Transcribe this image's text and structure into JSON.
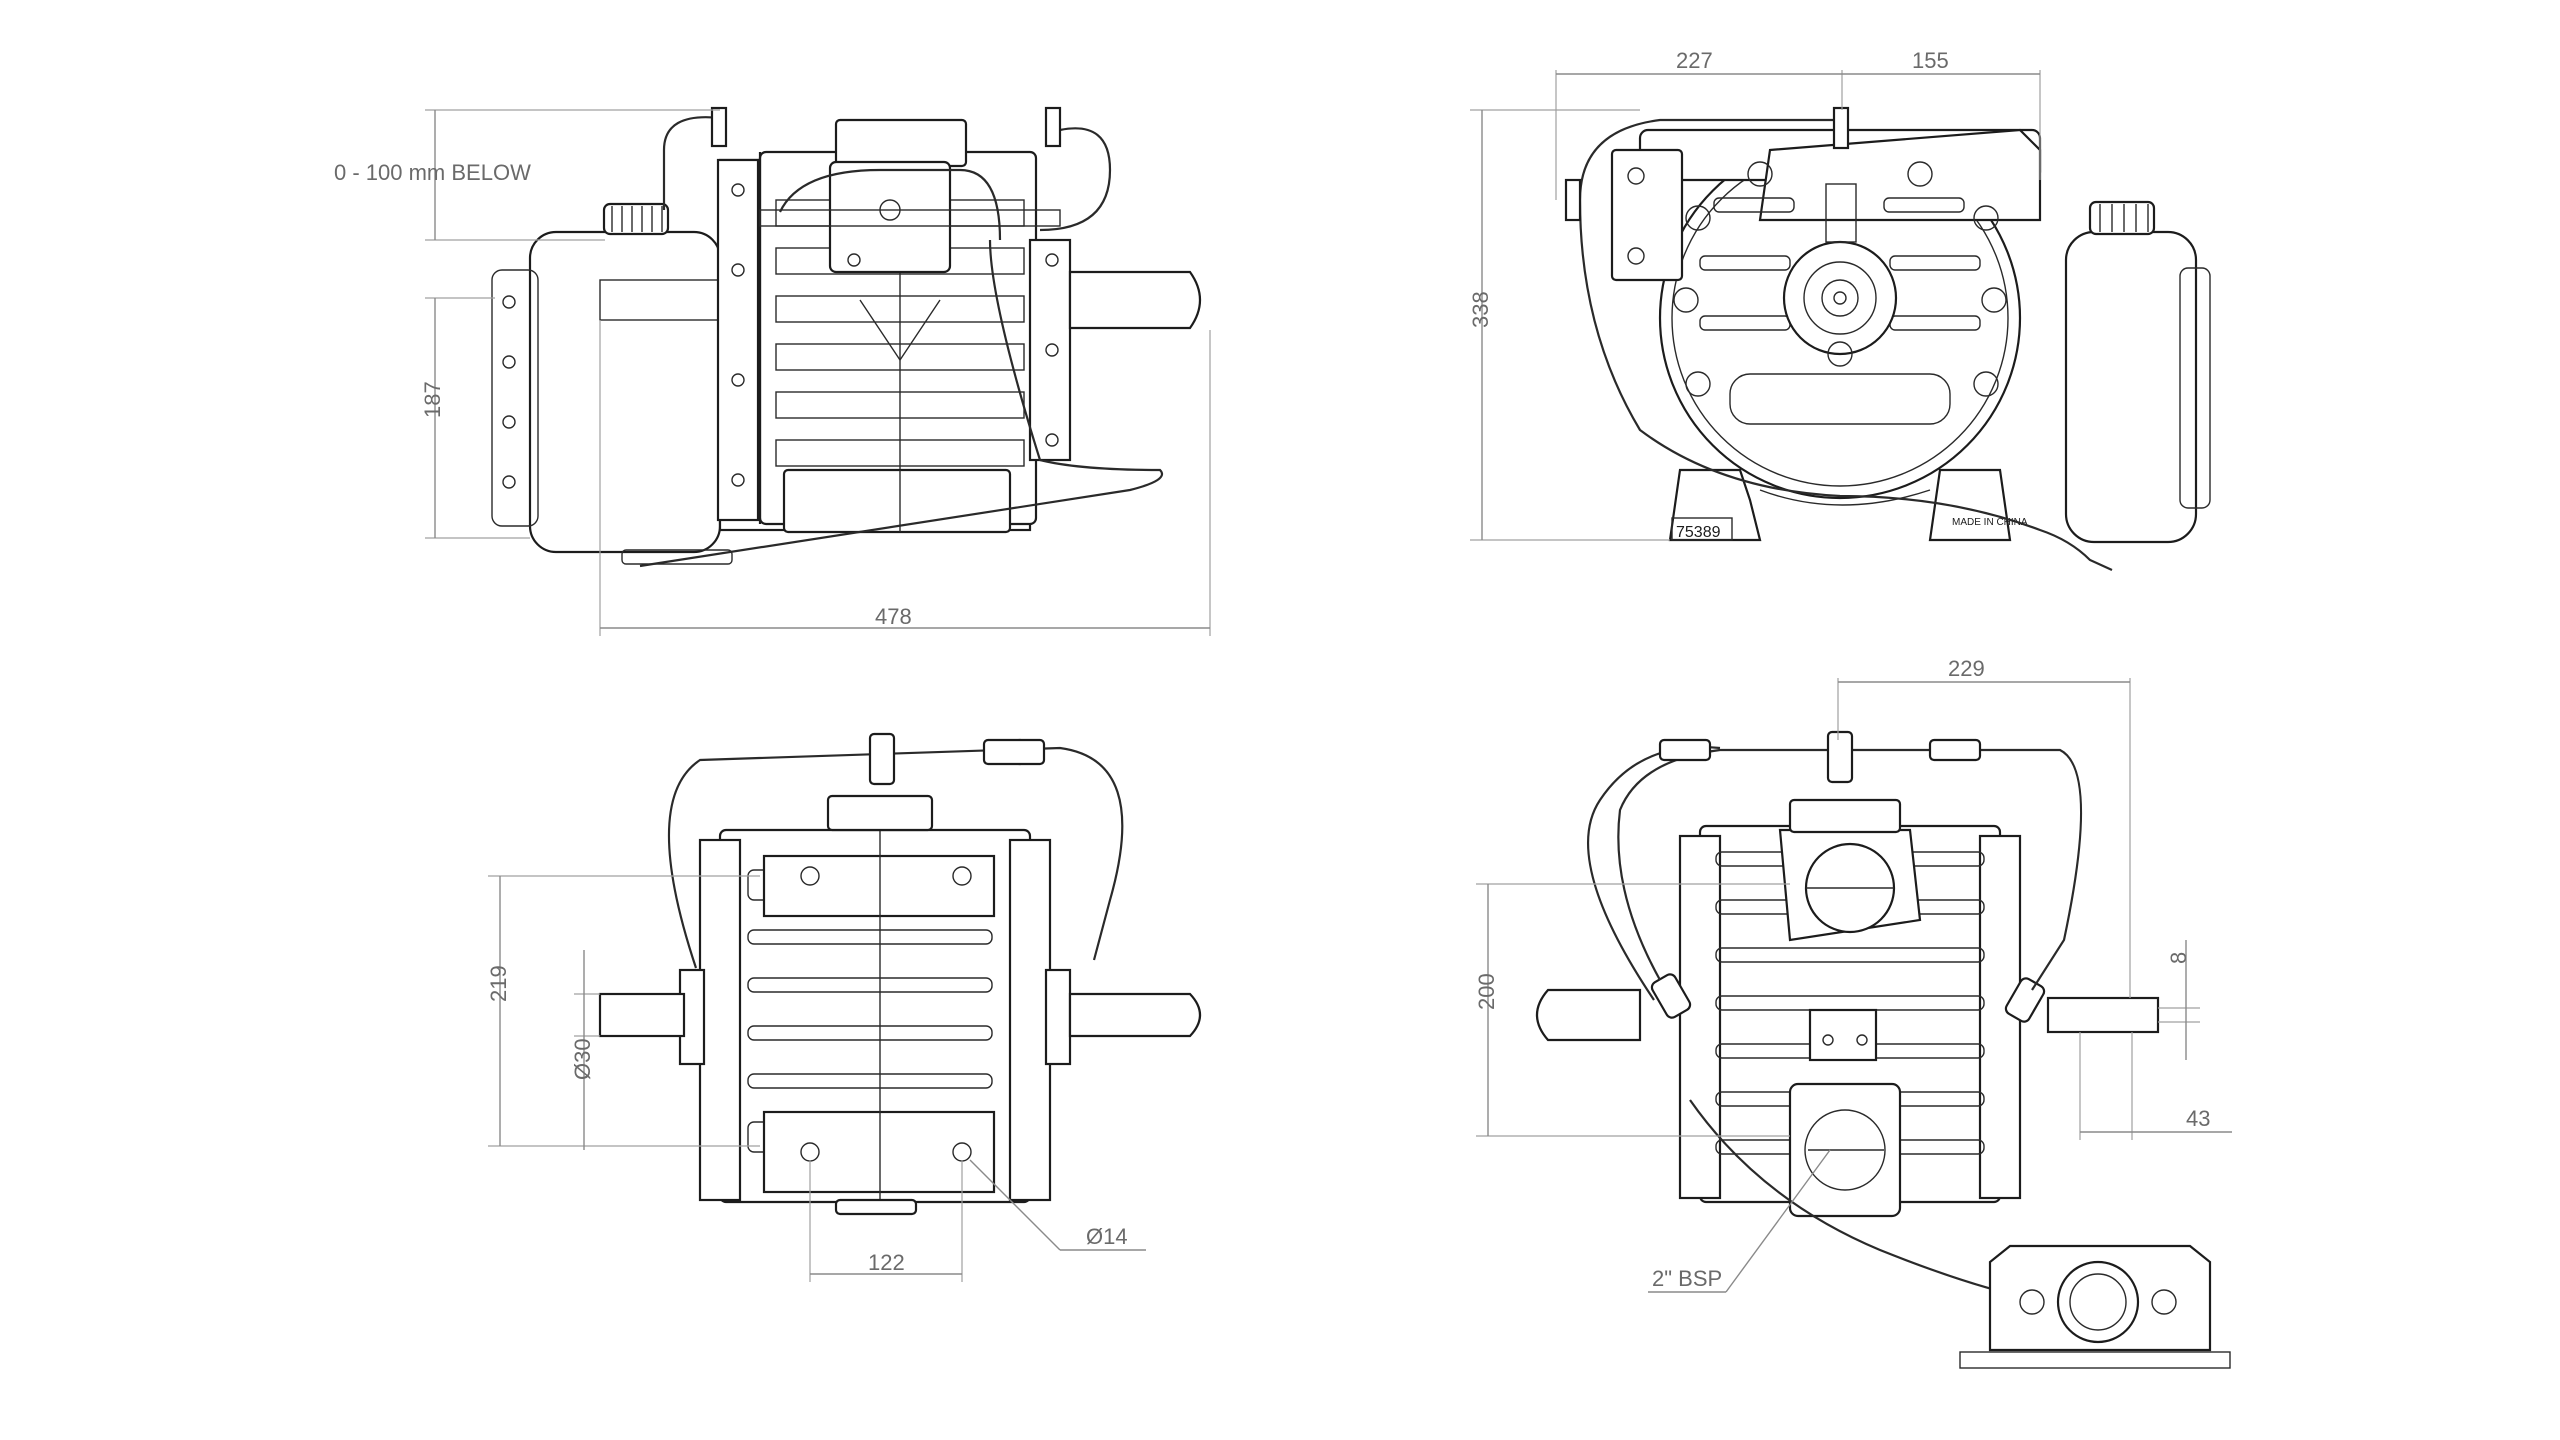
{
  "drawing": {
    "views": [
      "side",
      "front",
      "top",
      "bottom"
    ]
  },
  "dimensions": {
    "side_overall_length": "478",
    "side_height": "187",
    "oil_level_note": "0 - 100 mm BELOW",
    "front_width_left": "227",
    "front_width_right": "155",
    "front_height": "338",
    "top_height": "219",
    "top_shaft_dia": "Ø30",
    "top_mount_spacing": "122",
    "top_hole_dia": "Ø14",
    "bottom_width": "229",
    "bottom_height": "200",
    "bottom_key_width": "8",
    "bottom_shaft_length": "43",
    "bottom_port": "2\" BSP"
  },
  "markings": {
    "serial": "75389",
    "origin": "MADE IN CHINA"
  },
  "colors": {
    "line": "#1c1c1c",
    "dimension": "#8a8a8a",
    "text": "#6a6a6a"
  }
}
